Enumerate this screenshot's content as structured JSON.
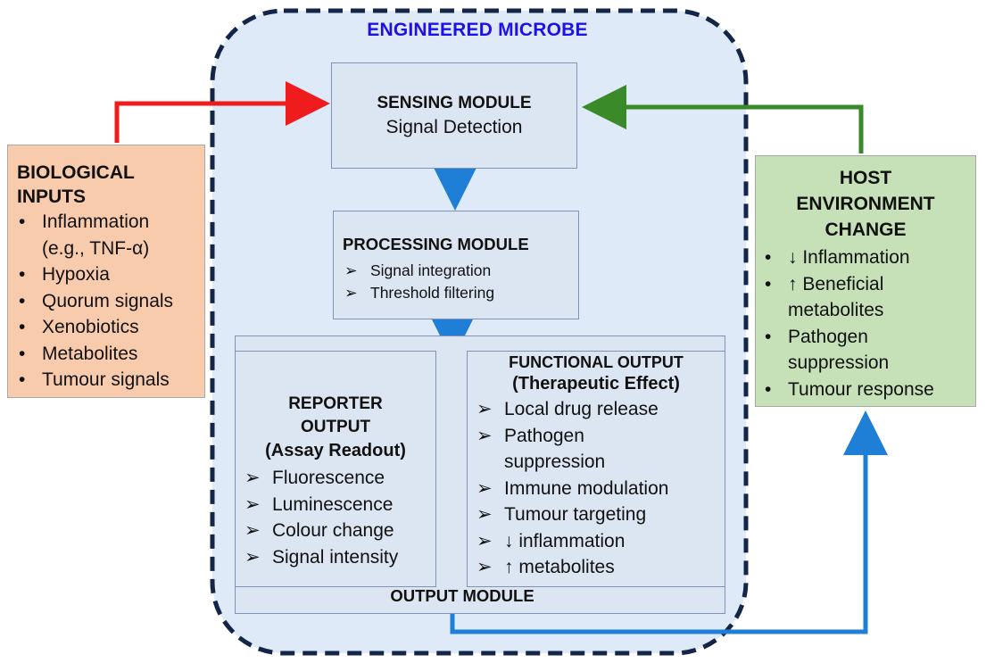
{
  "microbe_title": "ENGINEERED MICROBE",
  "sensing": {
    "title": "SENSING MODULE",
    "subtitle": "Signal Detection"
  },
  "processing": {
    "title": "PROCESSING MODULE",
    "items": [
      "Signal integration",
      "Threshold filtering"
    ]
  },
  "output_module_label": "OUTPUT MODULE",
  "reporter": {
    "title_line1": "REPORTER",
    "title_line2": "OUTPUT",
    "subtitle": "(Assay Readout)",
    "items": [
      "Fluorescence",
      "Luminescence",
      "Colour change",
      "Signal intensity"
    ]
  },
  "functional": {
    "title": "FUNCTIONAL OUTPUT",
    "subtitle": "(Therapeutic Effect)",
    "items": [
      "Local drug release",
      "Pathogen suppression",
      "Immune modulation",
      "Tumour targeting",
      "↓ inflammation",
      "↑ metabolites"
    ]
  },
  "inputs": {
    "title_line1": "BIOLOGICAL",
    "title_line2": "INPUTS",
    "items": [
      "Inflammation (e.g., TNF-α)",
      "Hypoxia",
      "Quorum signals",
      "Xenobiotics",
      "Metabolites",
      "Tumour signals"
    ]
  },
  "host": {
    "title_line1": "HOST",
    "title_line2": "ENVIRONMENT",
    "title_line3": "CHANGE",
    "items": [
      "↓ Inflammation",
      "↑ Beneficial metabolites",
      "Pathogen suppression",
      "Tumour response"
    ]
  },
  "colors": {
    "input_arrow": "#ee1c1c",
    "feedback_arrow": "#3a8a2a",
    "flow_arrow": "#1f7fd6",
    "microbe_border": "#13264a",
    "microbe_fill": "#deeaf7"
  }
}
